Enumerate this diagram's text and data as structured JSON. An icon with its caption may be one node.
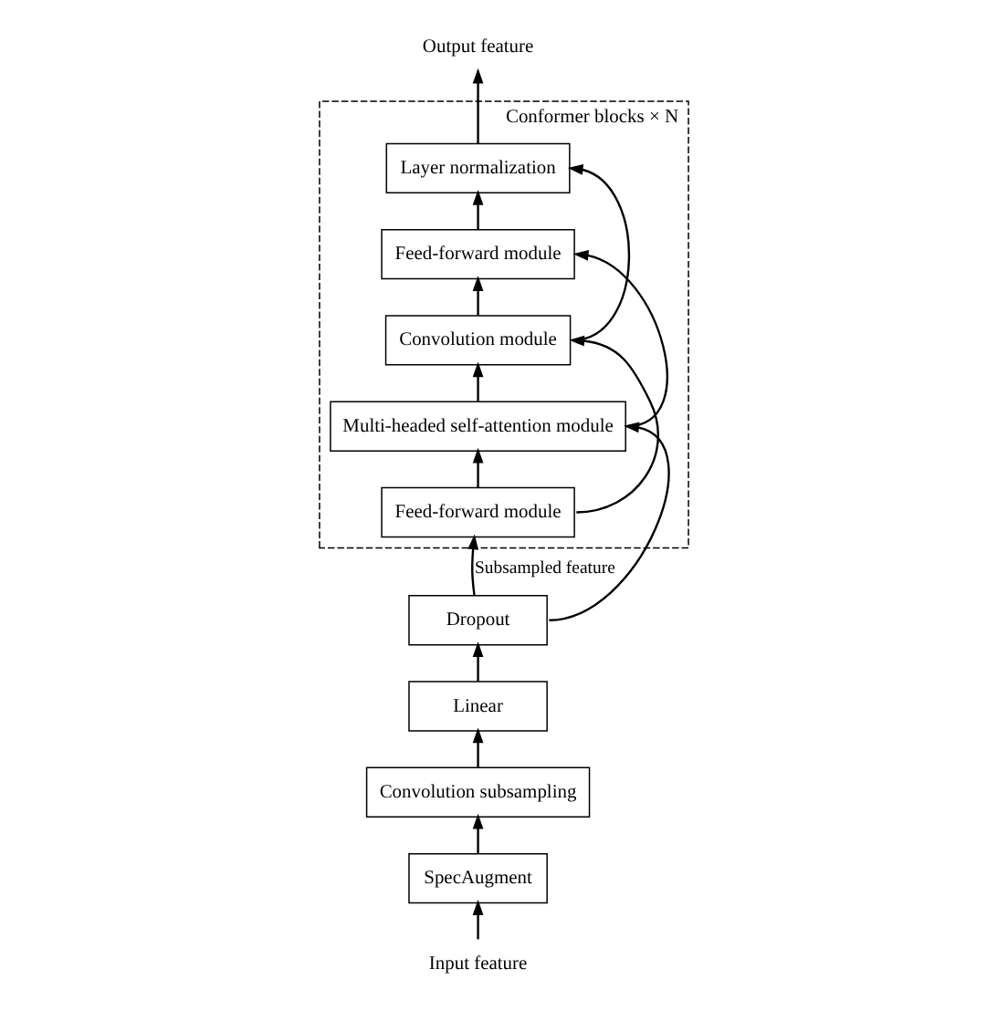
{
  "diagram": {
    "nodes": [
      {
        "text": [
          "Input feature"
        ]
      },
      {
        "text": [
          "SpecAugment"
        ]
      },
      {
        "text": [
          "Convolution subsampling"
        ]
      },
      {
        "text": [
          "Linear"
        ]
      },
      {
        "text": [
          "Dropout"
        ]
      },
      {
        "text": [
          "Conformer blocks × N"
        ]
      },
      {
        "text": [
          "Feed-forward module"
        ],
        "in": 5
      },
      {
        "text": [
          "Multi-headed self-attention module"
        ],
        "in": 5
      },
      {
        "text": [
          "Convolution module"
        ],
        "in": 5
      },
      {
        "text": [
          "Feed-forward module"
        ],
        "in": 5
      },
      {
        "text": [
          "Layer normalization"
        ],
        "in": 5
      },
      {
        "text": [
          "Output feature"
        ]
      }
    ],
    "edges": [
      {
        "from": 0,
        "to": 1,
        "arrow": "to"
      },
      {
        "from": 1,
        "to": 2,
        "arrow": "to"
      },
      {
        "from": 2,
        "to": 3,
        "arrow": "to"
      },
      {
        "from": 3,
        "to": 4,
        "arrow": "to"
      },
      {
        "from": 4,
        "to": 6,
        "arrow": "to",
        "label": "Subsampled feature"
      },
      {
        "from": 6,
        "to": 7,
        "arrow": "to"
      },
      {
        "from": 7,
        "to": 8,
        "arrow": "to"
      },
      {
        "from": 8,
        "to": 9,
        "arrow": "to"
      },
      {
        "from": 9,
        "to": 10,
        "arrow": "to"
      },
      {
        "from": 10,
        "to": 11,
        "arrow": "to"
      },
      {
        "from": 4,
        "to": 7,
        "arrow": "to"
      },
      {
        "from": 6,
        "to": 8,
        "arrow": "to"
      },
      {
        "from": 7,
        "to": 9,
        "arrow": "to"
      },
      {
        "from": 8,
        "to": 10,
        "arrow": "to"
      }
    ]
  }
}
